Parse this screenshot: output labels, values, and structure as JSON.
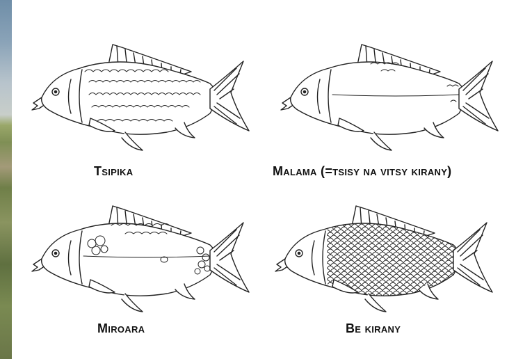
{
  "panels": [
    {
      "key": "tsipika",
      "label": "Tsipika"
    },
    {
      "key": "malama",
      "label": "Malama (=tsisy na vitsy kirany)"
    },
    {
      "key": "miroara",
      "label": "Miroara"
    },
    {
      "key": "bekirany",
      "label": "Be kirany"
    }
  ],
  "colors": {
    "line": "#222222",
    "background": "#ffffff"
  }
}
